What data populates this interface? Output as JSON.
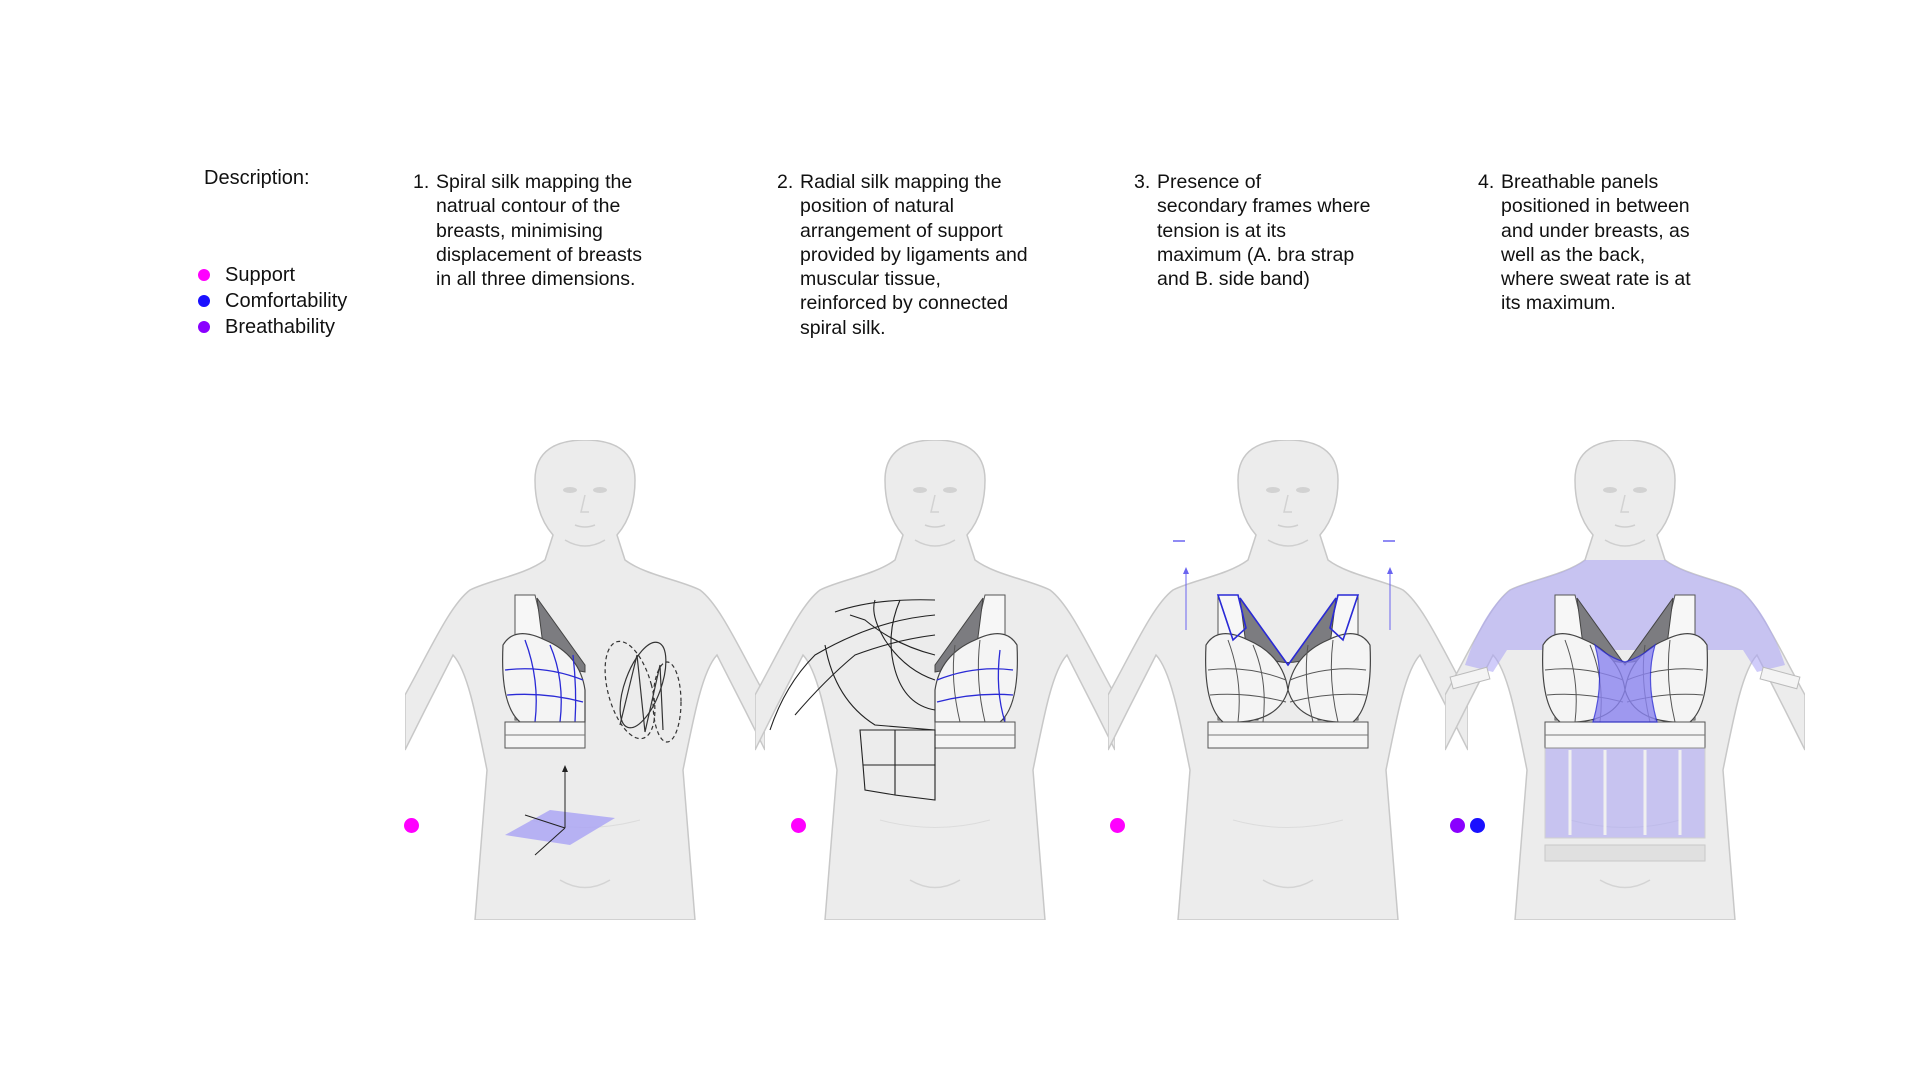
{
  "description_label": "Description:",
  "legend": [
    {
      "label": "Support",
      "color": "#ff00ff"
    },
    {
      "label": "Comfortability",
      "color": "#1a10ff"
    },
    {
      "label": "Breathability",
      "color": "#8a00ff"
    }
  ],
  "steps": [
    {
      "number": "1.",
      "lines": [
        "Spiral silk mapping the",
        "natrual contour of the",
        "breasts, minimising",
        "displacement of breasts",
        "in all three dimensions."
      ],
      "markers": [
        "#ff00ff"
      ]
    },
    {
      "number": "2.",
      "lines": [
        "Radial silk mapping the",
        "position of natural",
        "arrangement of support",
        "provided by ligaments and",
        "muscular tissue,",
        "reinforced by connected",
        "spiral silk."
      ],
      "markers": [
        "#ff00ff"
      ]
    },
    {
      "number": "3.",
      "lines": [
        "Presence of",
        "secondary frames where",
        "tension is at its",
        "maximum (A. bra strap",
        "and B. side band)"
      ],
      "markers": [
        "#ff00ff"
      ]
    },
    {
      "number": "4.",
      "lines": [
        "Breathable panels",
        "positioned in between",
        "and under breasts, as",
        "well as the back,",
        "where sweat rate is at",
        "its maximum."
      ],
      "markers": [
        "#8a00ff",
        "#1a10ff"
      ]
    }
  ],
  "colors": {
    "body_fill": "#ececec",
    "body_stroke": "#c8c8c8",
    "line": "#333333",
    "blue_line": "#2a2ad6",
    "panel": "#a9a3f5",
    "dark_strap": "#7c7c80"
  }
}
